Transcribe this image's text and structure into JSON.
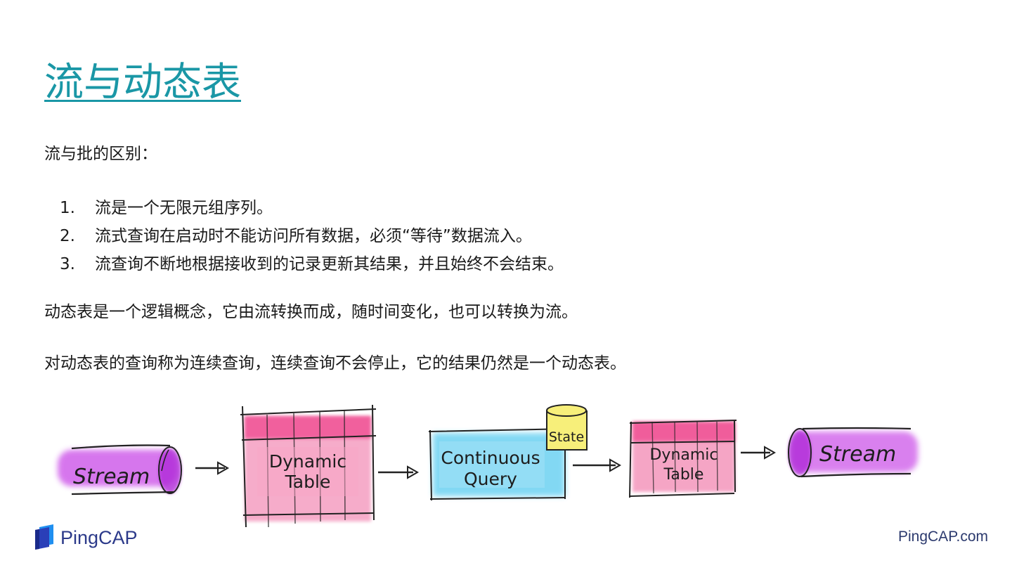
{
  "slide": {
    "title": "流与动态表",
    "intro": "流与批的区别：",
    "list": [
      {
        "num": "1.",
        "text": "流是一个无限元组序列。"
      },
      {
        "num": "2.",
        "text": "流式查询在启动时不能访问所有数据，必须“等待”数据流入。"
      },
      {
        "num": "3.",
        "text": "流查询不断地根据接收到的记录更新其结果，并且始终不会结束。"
      }
    ],
    "paragraph1": "动态表是一个逻辑概念，它由流转换而成，随时间变化，也可以转换为流。",
    "paragraph2": "对动态表的查询称为连续查询，连续查询不会停止，它的结果仍然是一个动态表。"
  },
  "diagram": {
    "stream_in_label": "Stream",
    "dynamic_table_1": {
      "line1": "Dynamic",
      "line2": "Table"
    },
    "continuous_query": {
      "line1": "Continuous",
      "line2": "Query"
    },
    "state_label": "State",
    "dynamic_table_2": {
      "line1": "Dynamic",
      "line2": "Table"
    },
    "stream_out_label": "Stream",
    "colors": {
      "stream": "#c63ee6",
      "table": "#f0609a",
      "query": "#3fc4ee",
      "state": "#f7ef7a"
    }
  },
  "footer": {
    "logo_text": "PingCAP",
    "url": "PingCAP.com"
  },
  "colors": {
    "title": "#1a97a6",
    "body_text": "#1a1a1a",
    "brand": "#2c3a8a"
  }
}
